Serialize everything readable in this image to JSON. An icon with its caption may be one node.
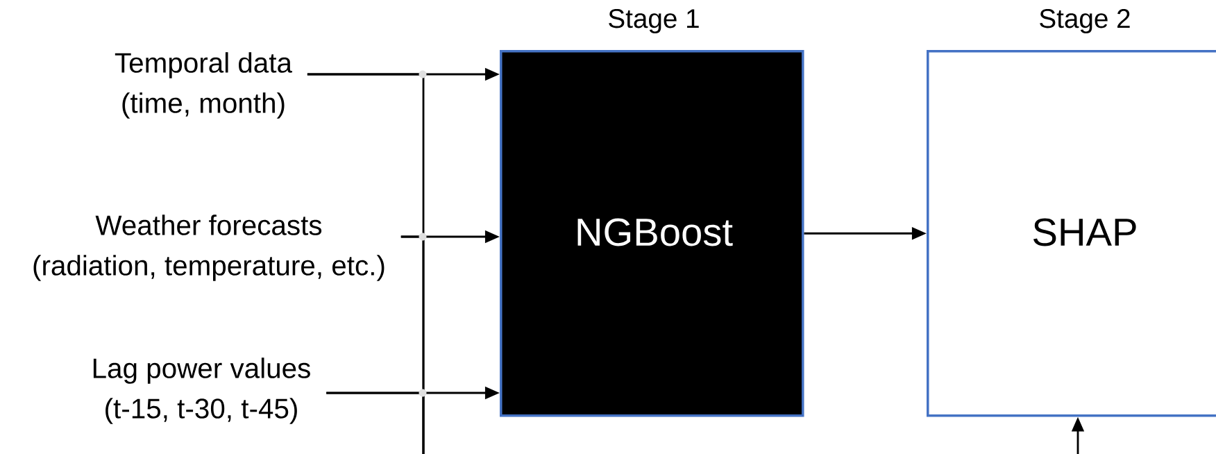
{
  "diagram": {
    "nodes": [
      {
        "text": [
          "Temporal data",
          "(time, month)"
        ]
      },
      {
        "text": [
          "Weather forecasts",
          "(radiation, temperature, etc.)"
        ]
      },
      {
        "text": [
          "Lag power values",
          "(t-15, t-30, t-45)"
        ]
      },
      {
        "text": [
          "Stage 1",
          "NGBoost"
        ]
      },
      {
        "text": [
          "Stage 2",
          "SHAP"
        ]
      }
    ],
    "edges": [
      {
        "from": 0,
        "to": 3,
        "arrow": "to"
      },
      {
        "from": 1,
        "to": 3,
        "arrow": "to"
      },
      {
        "from": 2,
        "to": 3,
        "arrow": "to"
      },
      {
        "from": 3,
        "to": 4,
        "arrow": "to"
      },
      {
        "from": 0,
        "to": null,
        "arrow": "none"
      },
      {
        "from": 1,
        "to": null,
        "arrow": "none"
      },
      {
        "from": 2,
        "to": null,
        "arrow": "none"
      },
      {
        "from": null,
        "to": 4,
        "arrow": "to"
      }
    ]
  }
}
